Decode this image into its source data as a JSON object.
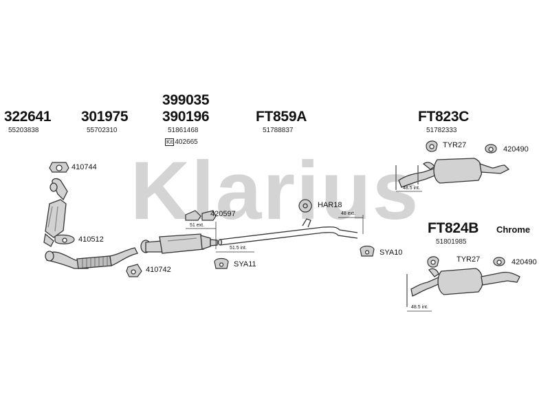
{
  "watermark": "Klarius",
  "parts": {
    "p322641": {
      "code": "322641",
      "oem": "55203838"
    },
    "p301975": {
      "code": "301975",
      "oem": "55702310"
    },
    "p399035": {
      "code": "399035"
    },
    "p390196": {
      "code": "390196",
      "oem": "51861468",
      "kit_badge": "Kit",
      "kit": "402665"
    },
    "pFT859A": {
      "code": "FT859A",
      "oem": "51788837"
    },
    "pFT823C": {
      "code": "FT823C",
      "oem": "51782333"
    },
    "pFT824B": {
      "code": "FT824B",
      "oem": "51801985"
    }
  },
  "chrome_label": "Chrome",
  "fittings": {
    "f410744": "410744",
    "f410512": "410512",
    "f410742": "410742",
    "f420597": "420597",
    "fHAR18": "HAR18",
    "fSYA11": "SYA11",
    "fSYA10": "SYA10",
    "fTYR27a": "TYR27",
    "f420490a": "420490",
    "fTYR27b": "TYR27",
    "f420490b": "420490"
  },
  "dimensions": {
    "d51ext": "51 ext.",
    "d515int": "51.5 int.",
    "d48ext": "48 ext.",
    "d485int_a": "48.5 int.",
    "d485int_b": "48.5 int."
  },
  "colors": {
    "watermark": "#d4d4d4",
    "part_fill": "#cfcfcf",
    "part_stroke": "#333333",
    "text": "#111111"
  }
}
